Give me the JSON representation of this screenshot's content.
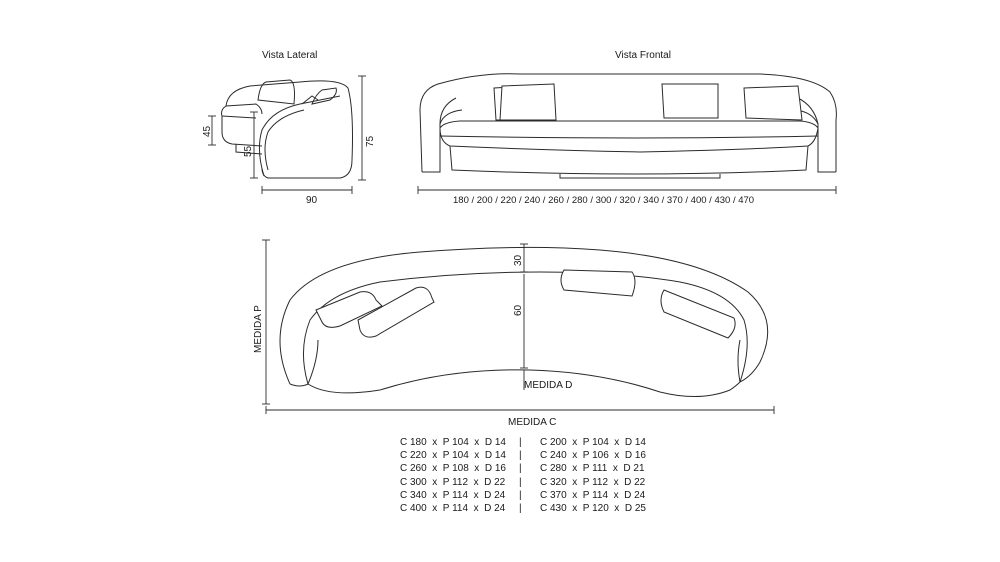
{
  "labels": {
    "side_view": "Vista Lateral",
    "front_view": "Vista Frontal",
    "seat_height": "45",
    "arm_height": "55",
    "total_height": "75",
    "side_width": "90",
    "front_widths": "180 / 200 / 220 / 240 / 260 / 280 / 300 / 320 / 340 / 370 / 400 / 430 / 470",
    "back_depth": "30",
    "seat_depth": "60",
    "measure_p": "MEDIDA P",
    "measure_d": "MEDIDA D",
    "measure_c": "MEDIDA C"
  },
  "separator": "|",
  "sizes": [
    [
      "C 180  x  P 104  x  D 14",
      "C 200  x  P 104  x  D 14"
    ],
    [
      "C 220  x  P 104  x  D 14",
      "C 240  x  P 106  x  D 16"
    ],
    [
      "C 260  x  P 108  x  D 16",
      "C 280  x  P 111  x  D 21"
    ],
    [
      "C 300  x  P 112  x  D 22",
      "C 320  x  P 112  x  D 22"
    ],
    [
      "C 340  x  P 114  x  D 24",
      "C 370  x  P 114  x  D 24"
    ],
    [
      "C 400  x  P 114  x  D 24",
      "C 430  x  P 120  x  D 25"
    ]
  ]
}
